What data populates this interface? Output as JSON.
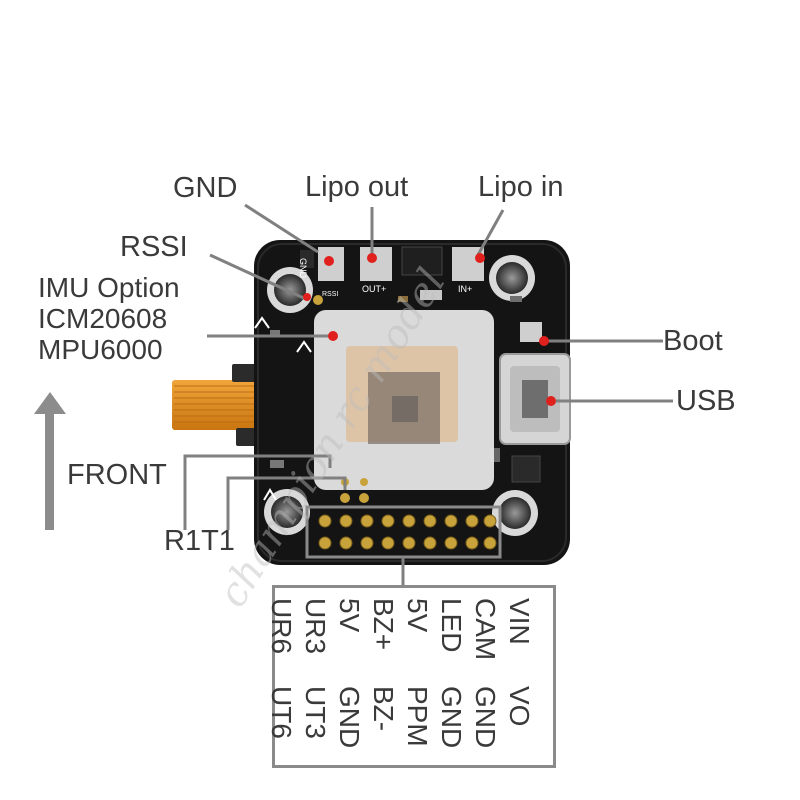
{
  "labels": {
    "gnd": "GND",
    "lipo_out": "Lipo out",
    "lipo_in": "Lipo in",
    "rssi": "RSSI",
    "imu_line1": "IMU Option",
    "imu_line2": "ICM20608",
    "imu_line3": "MPU6000",
    "boot": "Boot",
    "usb": "USB",
    "front": "FRONT",
    "r1t1": "R1T1"
  },
  "silkscreen": {
    "gnd": "GND",
    "out": "OUT+",
    "in": "IN+",
    "rssi": "RSSI"
  },
  "pinout": {
    "top_row": [
      "VIN",
      "CAM",
      "LED",
      "5V",
      "BZ+",
      "5V",
      "UR3",
      "UR6"
    ],
    "bottom_row": [
      "VO",
      "GND",
      "GND",
      "PPM",
      "BZ-",
      "GND",
      "UT3",
      "UT6"
    ]
  },
  "watermark": "champion rc model",
  "colors": {
    "marker": "#e0201c",
    "leader": "#808080",
    "pcb": "#141414",
    "flex": "#e8941e",
    "gold": "#c8a23a"
  }
}
